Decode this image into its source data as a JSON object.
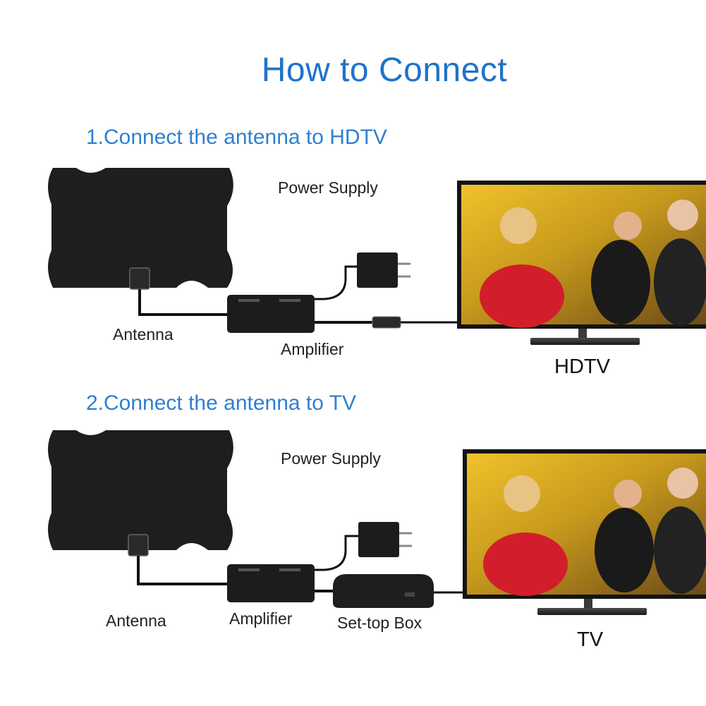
{
  "title": "How to Connect",
  "step1": {
    "heading": "1.Connect the antenna to HDTV",
    "labels": {
      "power_supply": "Power Supply",
      "antenna": "Antenna",
      "amplifier": "Amplifier",
      "tv": "HDTV"
    }
  },
  "step2": {
    "heading": "2.Connect the antenna to TV",
    "labels": {
      "power_supply": "Power Supply",
      "antenna": "Antenna",
      "amplifier": "Amplifier",
      "set_top_box": "Set-top Box",
      "tv": "TV"
    }
  },
  "colors": {
    "title": "#1f73c7",
    "heading": "#2f7fd0",
    "device": "#1c1c1c",
    "cable": "#111111"
  }
}
